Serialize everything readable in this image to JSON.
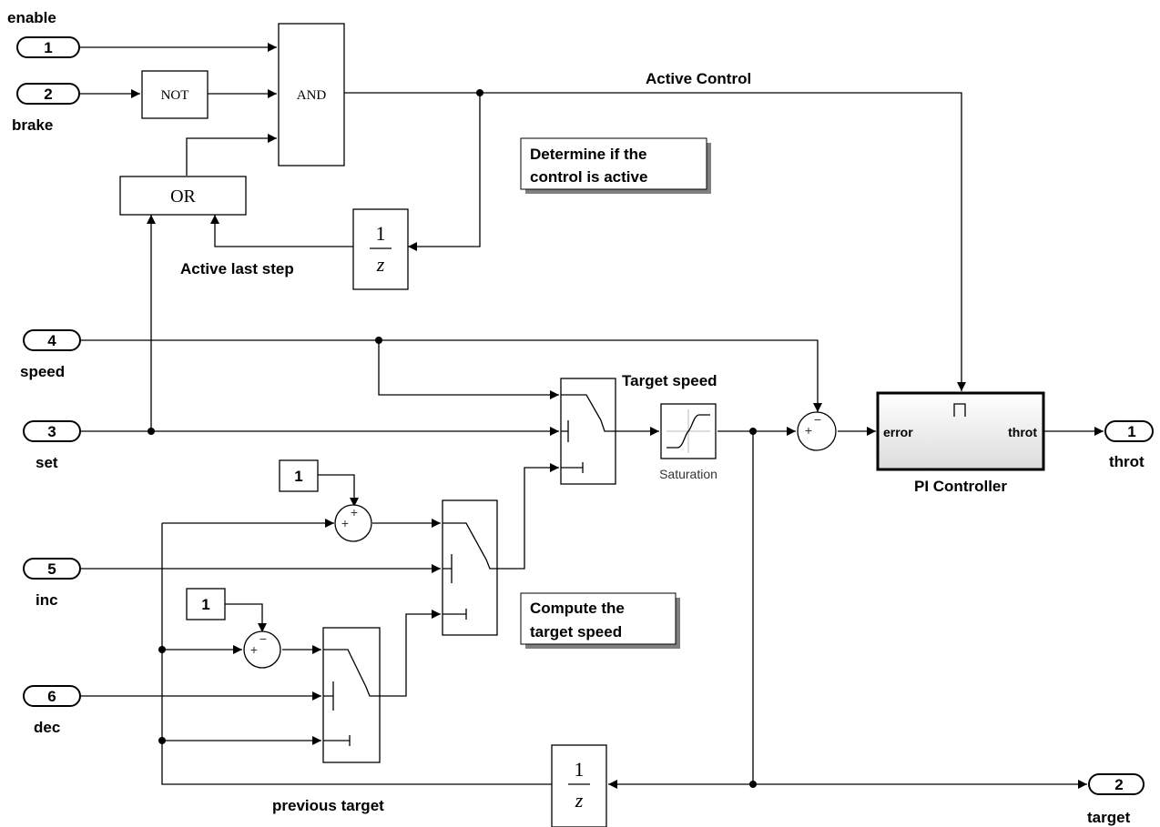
{
  "inports": [
    {
      "number": "1",
      "label": "enable"
    },
    {
      "number": "2",
      "label": "brake"
    },
    {
      "number": "4",
      "label": "speed"
    },
    {
      "number": "3",
      "label": "set"
    },
    {
      "number": "5",
      "label": "inc"
    },
    {
      "number": "6",
      "label": "dec"
    }
  ],
  "outports": [
    {
      "number": "1",
      "label": "throt"
    },
    {
      "number": "2",
      "label": "target"
    }
  ],
  "blocks": {
    "not": "NOT",
    "and": "AND",
    "or": "OR",
    "delay_numerator": "1",
    "delay_denominator": "z",
    "saturation": "Saturation",
    "pi_controller": {
      "name": "PI Controller",
      "in_port": "error",
      "out_port": "throt"
    },
    "constants": [
      "1",
      "1"
    ],
    "sum_signs": {
      "plus": "+",
      "minus": "−"
    }
  },
  "signals": {
    "active_control": "Active Control",
    "active_last_step": "Active last step",
    "target_speed": "Target speed",
    "previous_target": "previous target"
  },
  "annotations": {
    "determine_line1": "Determine if the",
    "determine_line2": "control is active",
    "compute_line1": "Compute the",
    "compute_line2": "target speed"
  }
}
